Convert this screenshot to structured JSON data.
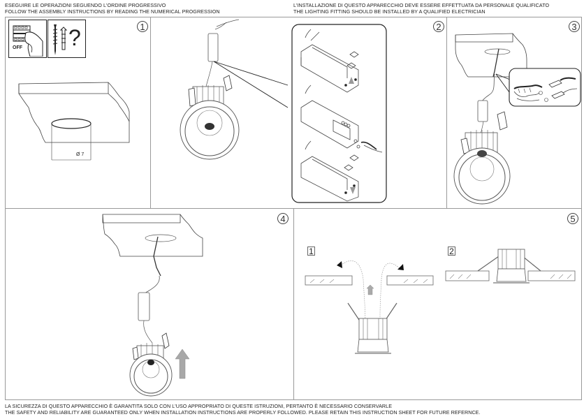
{
  "header": {
    "left": [
      "ESEGUIRE LE OPERAZIONI SEGUENDO L'ORDINE PROGRESSIVO",
      "FOLLOW THE ASSEMBLY INSTRUCTIONS BY READING THE NUMERICAL PROGRESSION"
    ],
    "right": [
      "L'INSTALLAZIONE DI QUESTO APPARECCHIO DEVE ESSERE EFFETTUATA DA PERSONALE QUALIFICATO",
      "THE LIGHTING FITTING SHOULD BE INSTALLED BY A QUALIFIED ELECTRICIAN"
    ]
  },
  "footer": [
    "LA SICUREZZA DI QUESTO APPARECCHIO È GARANTITA SOLO CON L'USO APPROPRIATO DI QUESTE ISTRUZIONI, PERTANTO È NECESSARIO CONSERVARLE",
    "THE SAFETY AND RELIABILITY ARE GUARANTEED ONLY WHEN INSTALLATION INSTRUCTIONS ARE PROPERLY FOLLOWED. PLEASE RETAIN THIS INSTRUCTION SHEET FOR FUTURE REFERNCE."
  ],
  "steps": [
    {
      "number": "1",
      "icons": [
        {
          "name": "power-off-icon",
          "label": "OFF"
        },
        {
          "name": "screw-question-icon",
          "label": "?"
        }
      ],
      "dimension": "Ø 7"
    },
    {
      "number": "2"
    },
    {
      "number": "3"
    },
    {
      "number": "4"
    },
    {
      "number": "5",
      "substeps": [
        "1",
        "2"
      ]
    }
  ],
  "colors": {
    "line": "#9a9a9a",
    "ink": "#222222",
    "arrow": "#a8a8a8"
  }
}
